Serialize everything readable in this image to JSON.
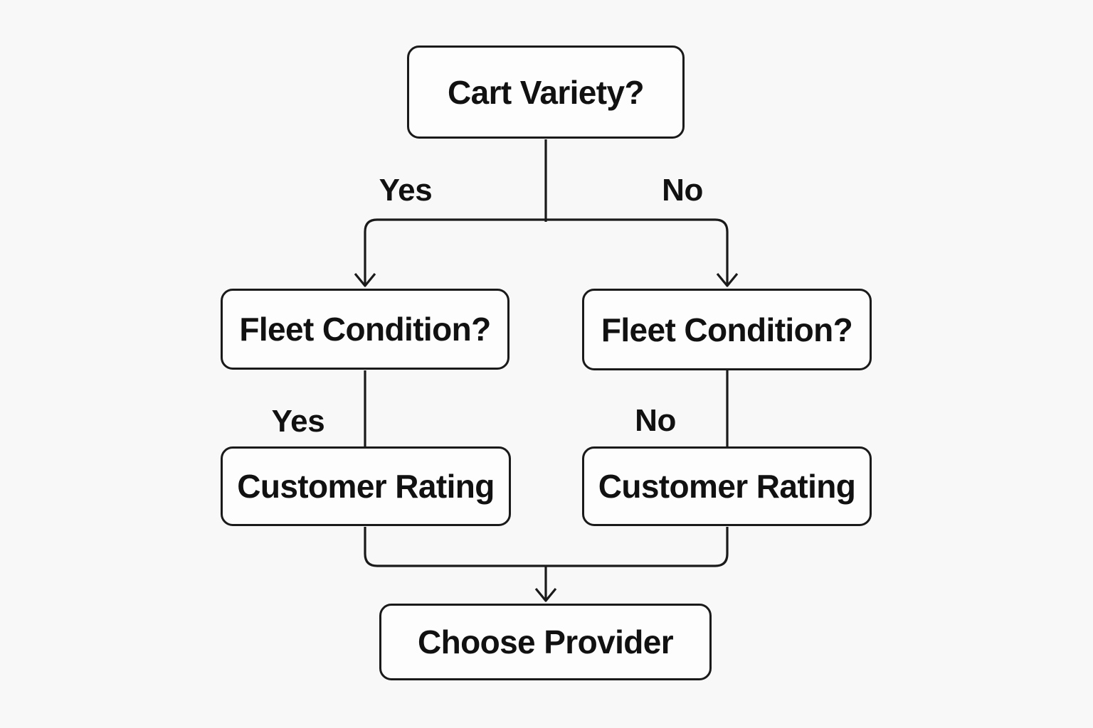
{
  "diagram": {
    "type": "flowchart-decision-tree",
    "colors": {
      "background": "#f8f8f8",
      "node_fill": "#fdfdfd",
      "stroke": "#1a1a1a",
      "text": "#111111"
    },
    "nodes": {
      "root": {
        "label": "Cart Variety?"
      },
      "fleet_left": {
        "label": "Fleet Condition?"
      },
      "fleet_right": {
        "label": "Fleet Condition?"
      },
      "rating_left": {
        "label": "Customer Rating"
      },
      "rating_right": {
        "label": "Customer Rating"
      },
      "result": {
        "label": "Choose Provider"
      }
    },
    "edge_labels": {
      "root_left": "Yes",
      "root_right": "No",
      "fleet_left_down": "Yes",
      "fleet_right_down": "No"
    }
  }
}
